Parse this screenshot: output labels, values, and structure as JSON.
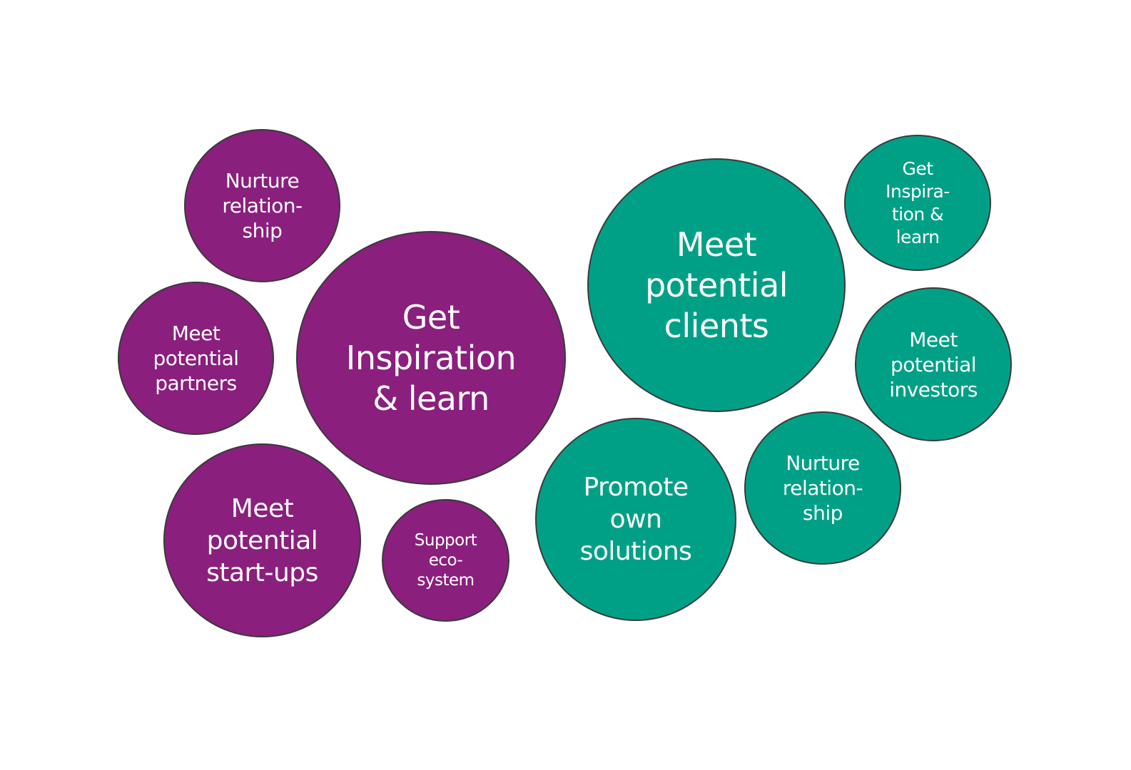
{
  "colors": {
    "left_group": "#8a1f7e",
    "right_group": "#00a087",
    "outline": "#3a3a3a"
  },
  "left_group": {
    "nurture_relationship": "Nurture\nrelation-\nship",
    "meet_partners": "Meet\npotential\npartners",
    "get_inspiration": "Get\nInspiration\n& learn",
    "meet_startups": "Meet\npotential\nstart-ups",
    "support_ecosystem": "Support\neco-\nsystem"
  },
  "right_group": {
    "meet_clients": "Meet\npotential\nclients",
    "get_inspiration": "Get\nInspira-\ntion &\nlearn",
    "meet_investors": "Meet\npotential\ninvestors",
    "promote_solutions": "Promote\nown\nsolutions",
    "nurture_relationship": "Nurture\nrelation-\nship"
  }
}
